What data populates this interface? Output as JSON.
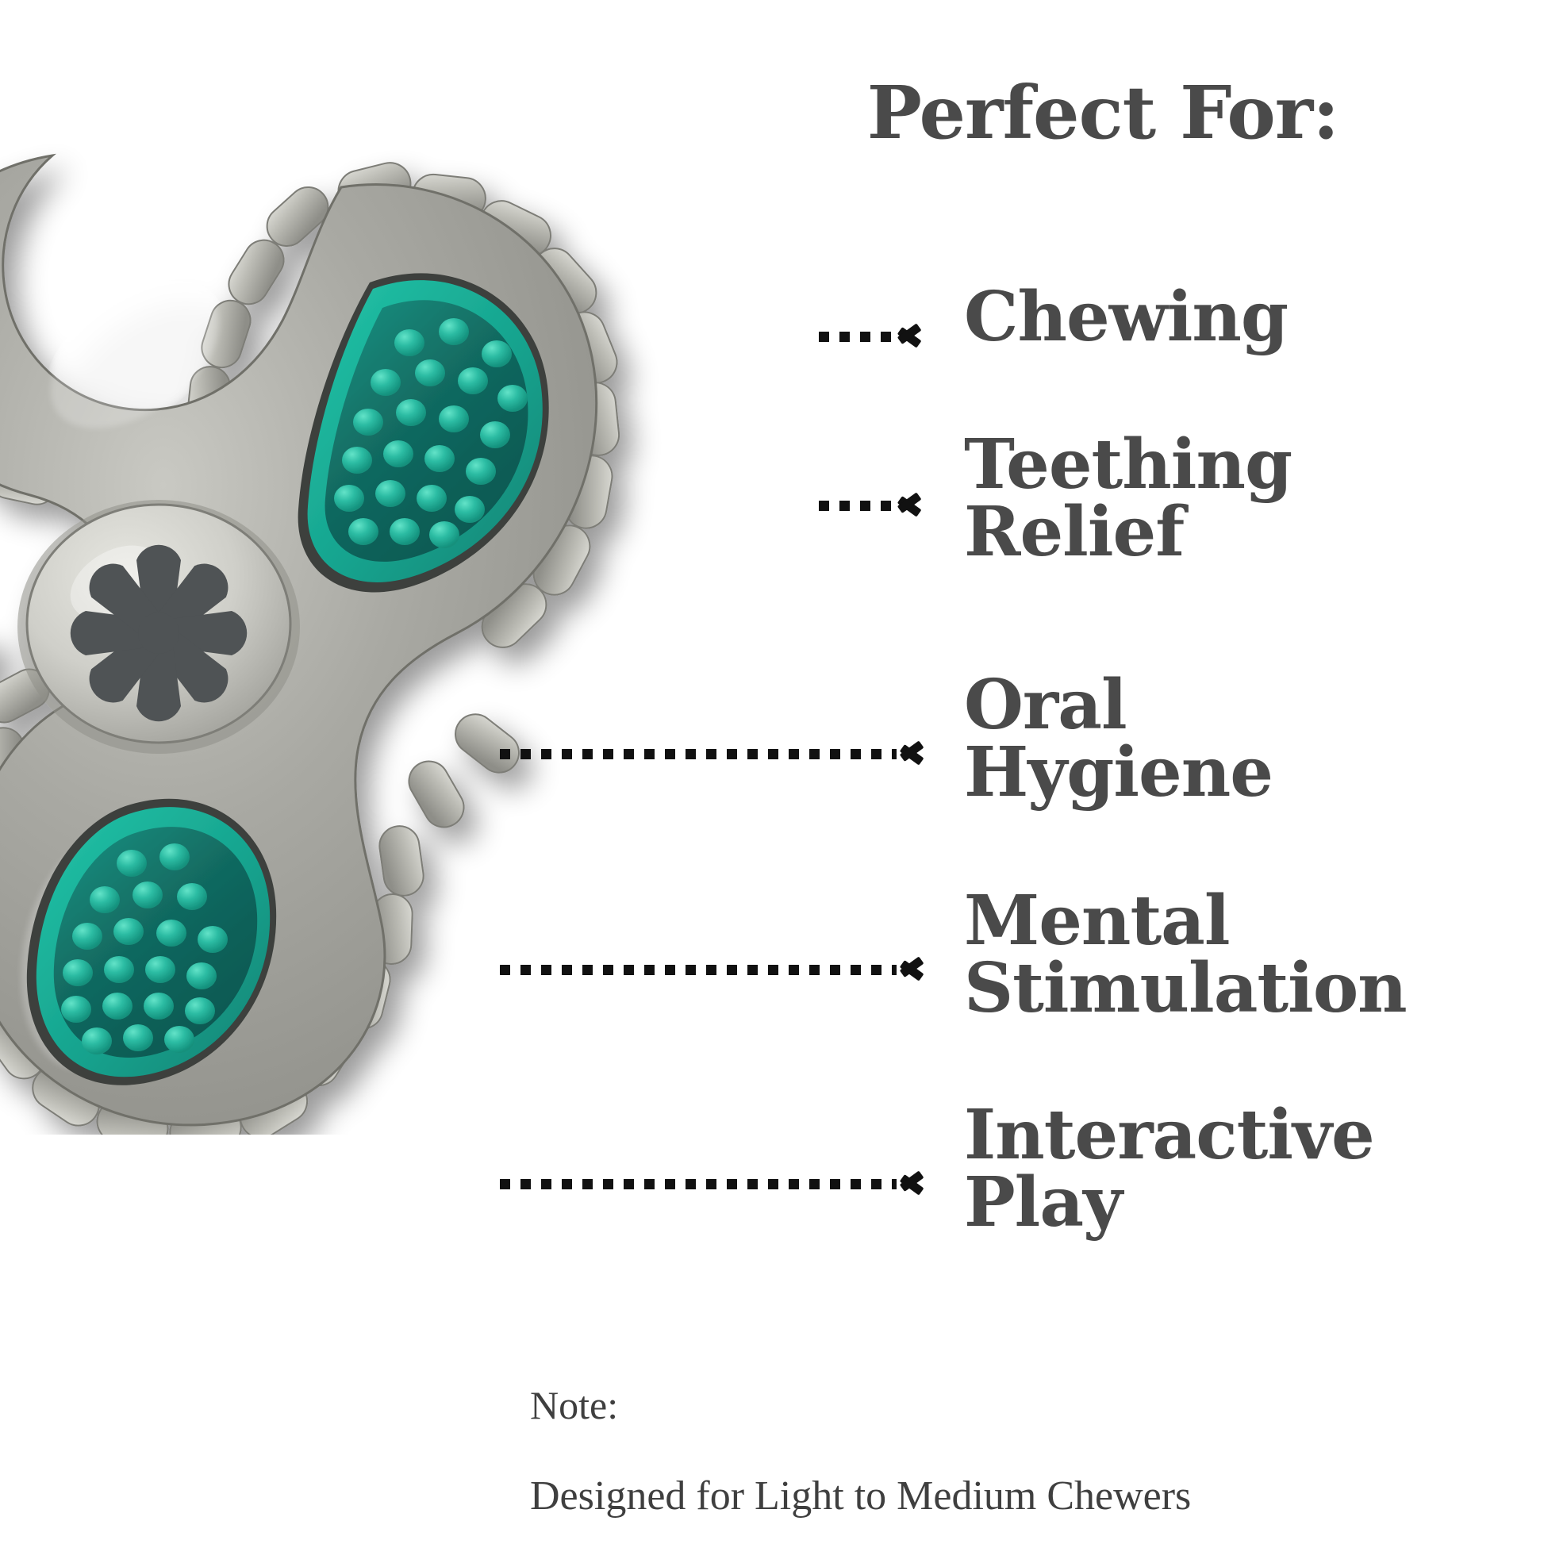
{
  "page": {
    "background": "#ffffff",
    "text_color": "#4a4a4a",
    "arrow_color": "#111111"
  },
  "header": {
    "title": "Perfect For:"
  },
  "benefits": {
    "items": [
      {
        "label": "Chewing",
        "arrow": "dotted-arrow-right"
      },
      {
        "label": "Teething\nRelief",
        "arrow": "dotted-arrow-right"
      },
      {
        "label": "Oral\nHygiene",
        "arrow": "dotted-arrow-right"
      },
      {
        "label": "Mental\nStimulation",
        "arrow": "dotted-arrow-right"
      },
      {
        "label": "Interactive\nPlay",
        "arrow": "dotted-arrow-right"
      }
    ]
  },
  "note": {
    "heading": "Note:",
    "body": "Designed for Light to Medium Chewers"
  },
  "product": {
    "name": "three-lobed rubber dog chew toy",
    "colors": {
      "body_gray": "#9c9c97",
      "body_gray_light": "#c3c3bd",
      "nub_gray": "#b9b9b2",
      "pad_teal_dark": "#12655d",
      "pad_teal_rim": "#17a58f",
      "bump_turquoise": "#2bbba3",
      "hub_light": "#d2d2cc",
      "hub_star": "#4f5254"
    }
  }
}
